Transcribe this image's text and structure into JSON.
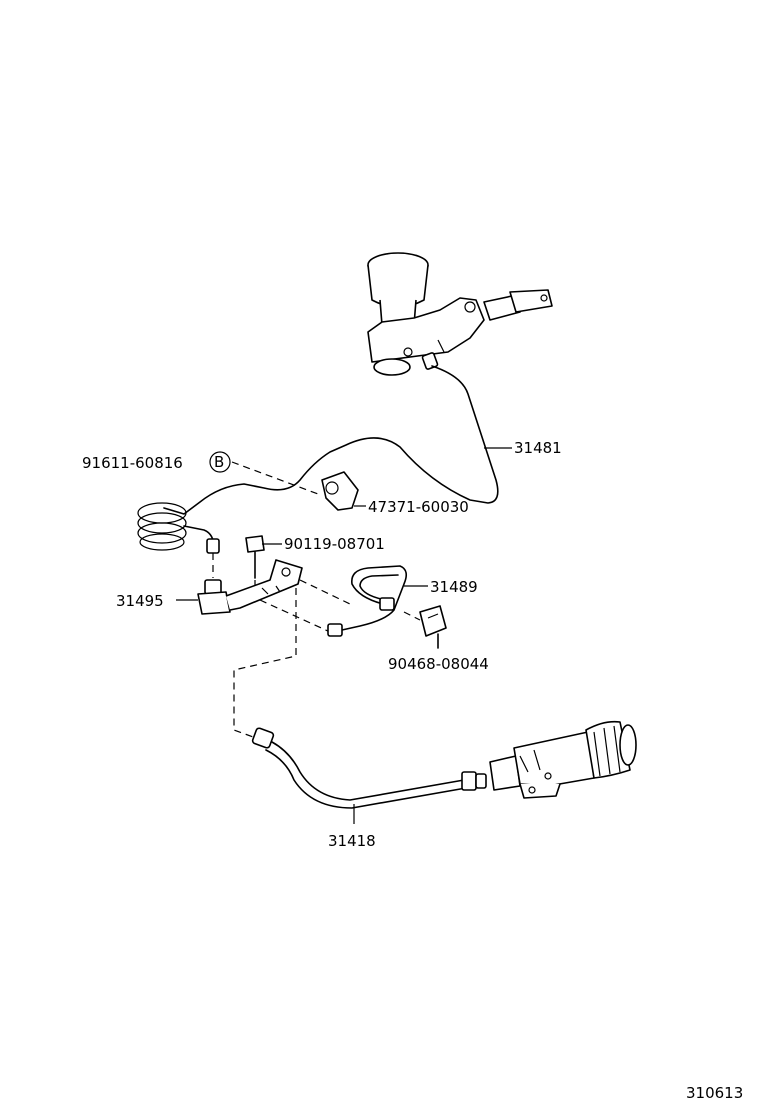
{
  "labels": {
    "p31481": "31481",
    "p91611": "91611-60816",
    "badge_b": "B",
    "p47371": "47371-60030",
    "p90119": "90119-08701",
    "p31489": "31489",
    "p31495": "31495",
    "p90468": "90468-08044",
    "p31418": "31418",
    "diagram_id": "310613"
  }
}
